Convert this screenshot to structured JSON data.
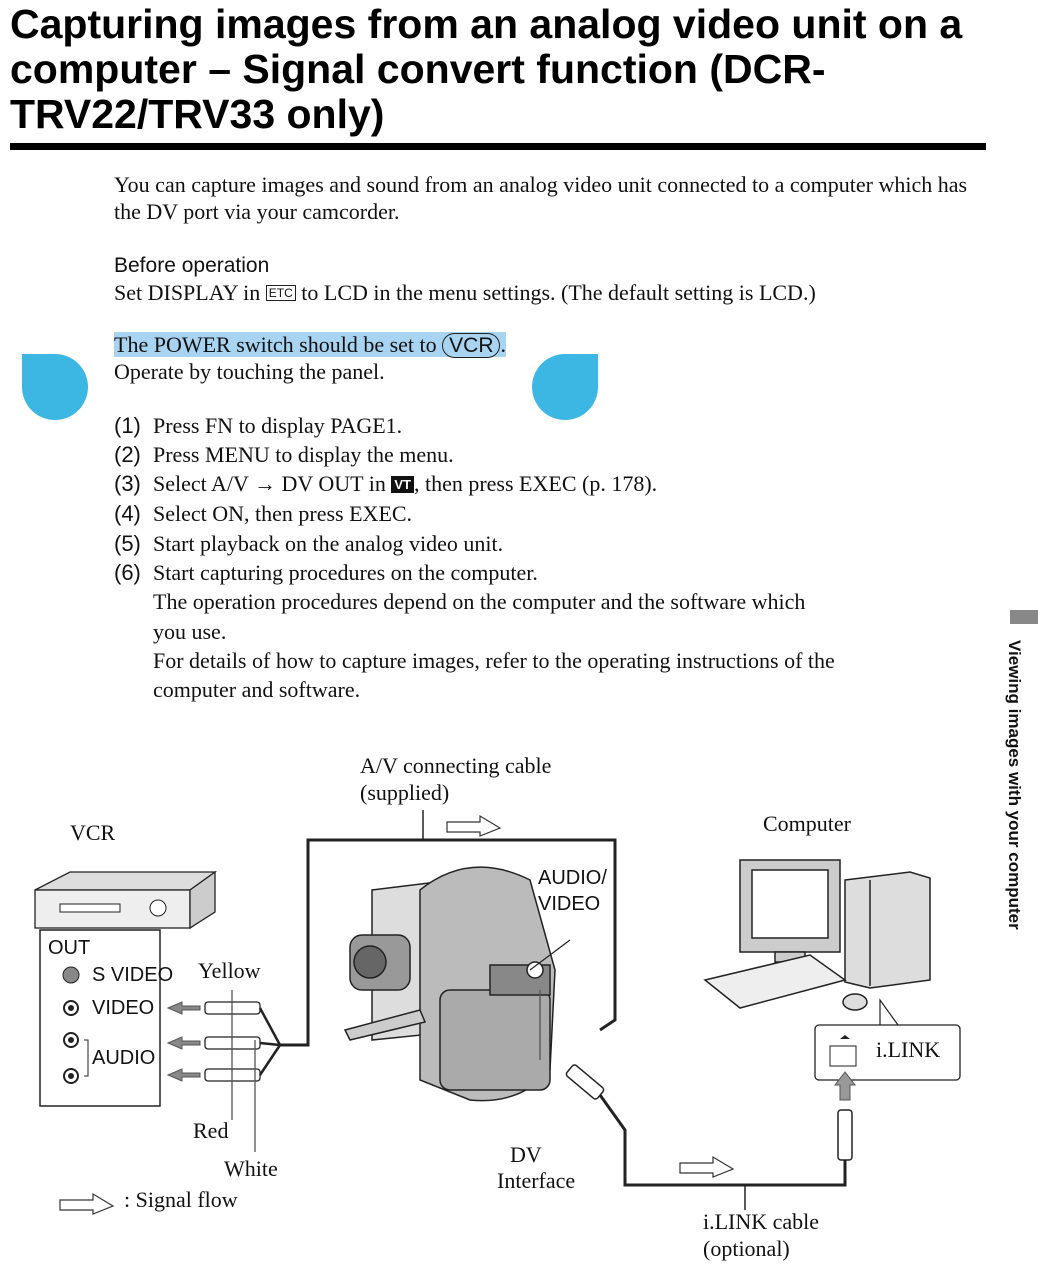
{
  "title": "Capturing images from an analog video unit on a computer – Signal convert function (DCR-TRV22/TRV33 only)",
  "intro": "You can capture images and sound from an analog video unit connected to a computer which has the DV port via your camcorder.",
  "before": {
    "heading": "Before operation",
    "line_pre": "Set DISPLAY in",
    "etc_icon": "ETC",
    "line_post": "to LCD in the menu settings. (The default setting is LCD.)"
  },
  "power": {
    "pre": "The POWER switch should be set to",
    "badge": "VCR",
    "post": ".",
    "panel": "Operate by touching the panel."
  },
  "steps": [
    {
      "num": "(1)",
      "text": "Press FN to display PAGE1."
    },
    {
      "num": "(2)",
      "text": "Press MENU to display the menu."
    },
    {
      "num": "(3)",
      "pre": "Select A/V → DV OUT in",
      "icon": "VT",
      "post": ", then press EXEC (p. 178)."
    },
    {
      "num": "(4)",
      "text": "Select ON, then press EXEC."
    },
    {
      "num": "(5)",
      "text": "Start playback on the analog video unit."
    },
    {
      "num": "(6)",
      "text": "Start capturing procedures on the computer."
    }
  ],
  "notes": [
    "The operation procedures depend on the computer and the software which",
    "you use.",
    "For details of how to capture images, refer to the operating instructions of the",
    "computer and software."
  ],
  "side_tab": "Viewing images with your computer",
  "diagram": {
    "av_cable_1": "A/V connecting cable",
    "av_cable_2": "(supplied)",
    "vcr": "VCR",
    "computer": "Computer",
    "out": "OUT",
    "s_video": "S VIDEO",
    "video": "VIDEO",
    "audio": "AUDIO",
    "yellow": "Yellow",
    "red": "Red",
    "white": "White",
    "audio_video_1": "AUDIO/",
    "audio_video_2": "VIDEO",
    "ilink": "i.LINK",
    "dv_1": "DV",
    "dv_2": "Interface",
    "ilink_cable_1": "i.LINK cable",
    "ilink_cable_2": "(optional)",
    "signal_flow": ": Signal flow"
  },
  "colors": {
    "highlight": "#a8d4f2",
    "blob": "#3cb7e4",
    "side_tab": "#888888"
  }
}
